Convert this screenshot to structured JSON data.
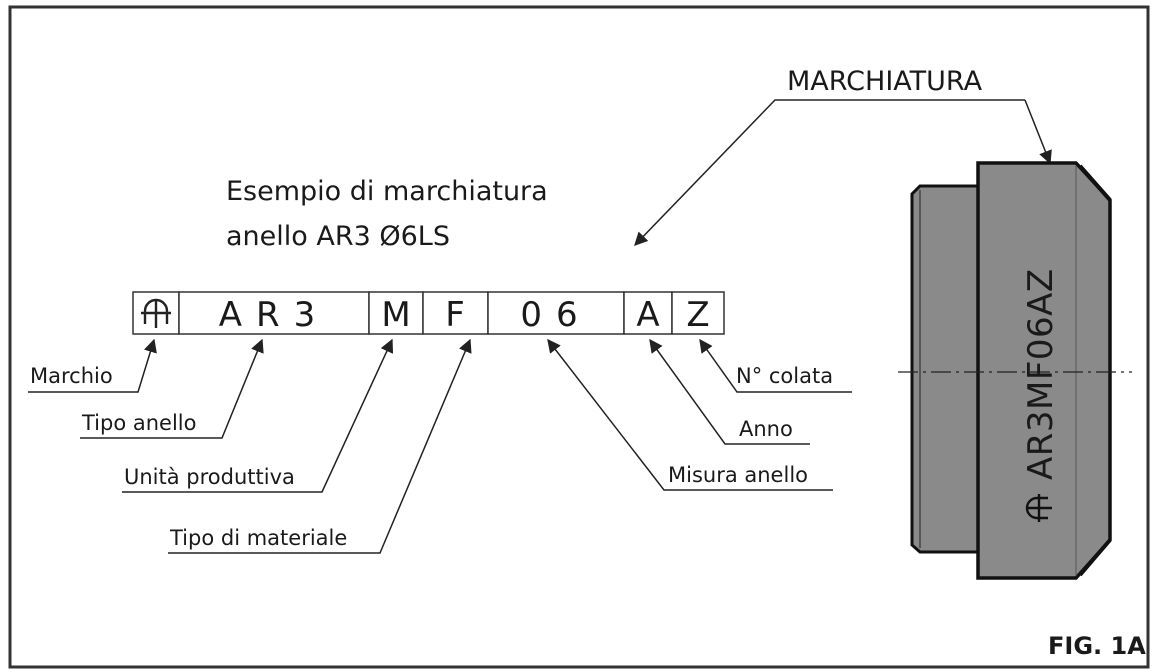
{
  "diagram": {
    "title_line1": "Esempio di marchiatura",
    "title_line2": "anello AR3 Ø6LS",
    "marking_callout": "MARCHIATURA",
    "figure_label": "FIG. 1A",
    "code_cells": {
      "cell1": "AR3",
      "cell2": "M",
      "cell3": "F",
      "cell4": "06",
      "cell5": "A",
      "cell6": "Z"
    },
    "labels": {
      "marchio": "Marchio",
      "tipo_anello": "Tipo anello",
      "unita_produttiva": "Unità produttiva",
      "tipo_materiale": "Tipo di materiale",
      "n_colata": "N° colata",
      "anno": "Anno",
      "misura_anello": "Misura anello"
    },
    "ring_marking": "AR3MF06AZ",
    "colors": {
      "ring_fill": "#8a8a8a",
      "ring_shadow": "#555555",
      "line": "#222222"
    },
    "icons": [
      "brand-logo-icon"
    ]
  }
}
